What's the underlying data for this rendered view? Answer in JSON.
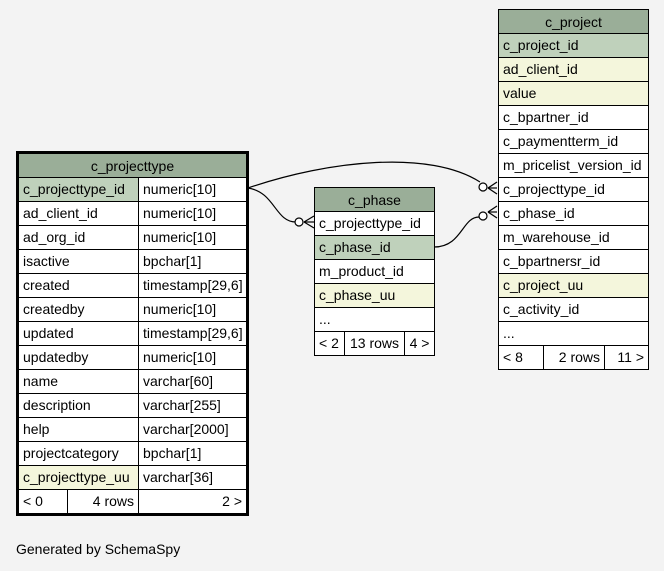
{
  "tables": {
    "projecttype": {
      "name": "c_projecttype",
      "columns": [
        {
          "name": "c_projecttype_id",
          "type": "numeric[10]"
        },
        {
          "name": "ad_client_id",
          "type": "numeric[10]"
        },
        {
          "name": "ad_org_id",
          "type": "numeric[10]"
        },
        {
          "name": "isactive",
          "type": "bpchar[1]"
        },
        {
          "name": "created",
          "type": "timestamp[29,6]"
        },
        {
          "name": "createdby",
          "type": "numeric[10]"
        },
        {
          "name": "updated",
          "type": "timestamp[29,6]"
        },
        {
          "name": "updatedby",
          "type": "numeric[10]"
        },
        {
          "name": "name",
          "type": "varchar[60]"
        },
        {
          "name": "description",
          "type": "varchar[255]"
        },
        {
          "name": "help",
          "type": "varchar[2000]"
        },
        {
          "name": "projectcategory",
          "type": "bpchar[1]"
        },
        {
          "name": "c_projecttype_uu",
          "type": "varchar[36]"
        }
      ],
      "footer": {
        "parents": "< 0",
        "rows": "4 rows",
        "children": "2 >"
      }
    },
    "phase": {
      "name": "c_phase",
      "columns": [
        "c_projecttype_id",
        "c_phase_id",
        "m_product_id",
        "c_phase_uu",
        "..."
      ],
      "footer": {
        "parents": "< 2",
        "rows": "13 rows",
        "children": "4 >"
      }
    },
    "project": {
      "name": "c_project",
      "columns": [
        "c_project_id",
        "ad_client_id",
        "value",
        "c_bpartner_id",
        "c_paymentterm_id",
        "m_pricelist_version_id",
        "c_projecttype_id",
        "c_phase_id",
        "m_warehouse_id",
        "c_bpartnersr_id",
        "c_project_uu",
        "c_activity_id",
        "..."
      ],
      "footer": {
        "parents": "< 8",
        "rows": "2 rows",
        "children": "11 >"
      }
    }
  },
  "colors": {
    "header": "#9aae98",
    "primary_key": "#bfd1bb",
    "unique_key": "#f4f6dc",
    "background": "#f3f3f3"
  },
  "generated_by": "Generated by SchemaSpy"
}
